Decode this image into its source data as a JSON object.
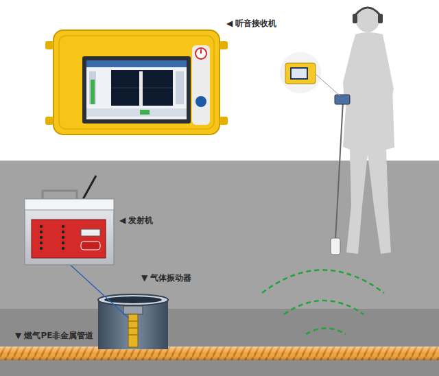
{
  "diagram": {
    "labels": [
      "◀ 听音接收机",
      "◀ 发射机",
      "▼ 气体振动器",
      "▼ 燃气PE非金属管道"
    ]
  }
}
